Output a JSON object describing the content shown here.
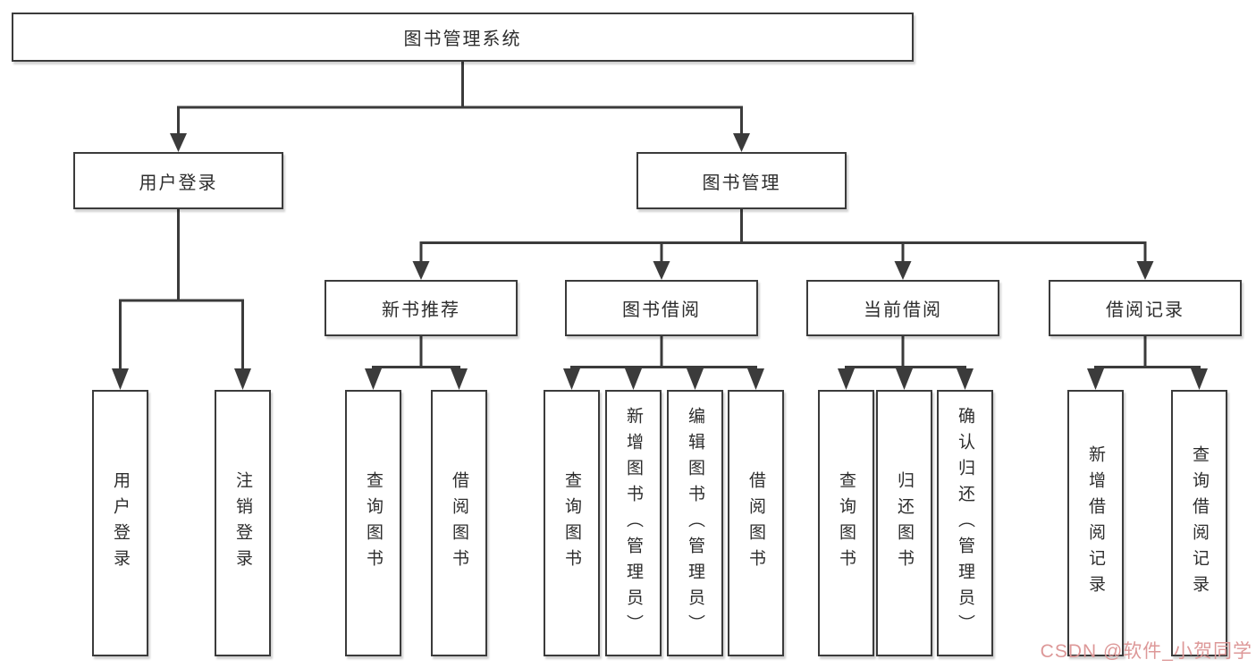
{
  "diagram": {
    "root": {
      "label": "图书管理系统"
    },
    "user_login": {
      "label": "用户登录",
      "children": [
        "用户登录",
        "注销登录"
      ]
    },
    "book_mgmt": {
      "label": "图书管理",
      "groups": [
        {
          "label": "新书推荐",
          "children": [
            "查询图书",
            "借阅图书"
          ]
        },
        {
          "label": "图书借阅",
          "children": [
            "查询图书",
            "新增图书（管理员）",
            "编辑图书（管理员）",
            "借阅图书"
          ]
        },
        {
          "label": "当前借阅",
          "children": [
            "查询图书",
            "归还图书",
            "确认归还（管理员）"
          ]
        },
        {
          "label": "借阅记录",
          "children": [
            "新增借阅记录",
            "查询借阅记录"
          ]
        }
      ]
    },
    "colors": {
      "line": "#3b3b3b",
      "box_border": "#3b3b3b",
      "text": "#2d2d2d",
      "watermark": "#dd9898",
      "background": "#ffffff"
    },
    "watermark": {
      "text": "CSDN @软件_小贺同学"
    }
  }
}
